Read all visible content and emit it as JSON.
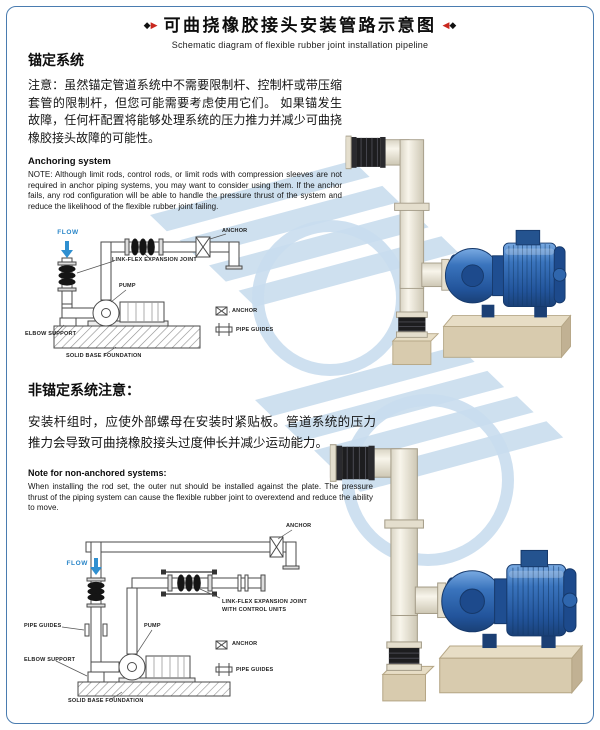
{
  "header": {
    "title": "可曲挠橡胶接头安装管路示意图",
    "subtitle": "Schematic diagram of flexible rubber joint installation pipeline",
    "marks": {
      "diamond": "◆",
      "tri_right": "▶",
      "tri_left": "◀"
    }
  },
  "section1": {
    "heading_cn": "锚定系统",
    "body_cn": "注意：虽然锚定管道系统中不需要限制杆、控制杆或带压缩套管的限制杆，但您可能需要考虑使用它们。 如果锚发生故障，任何杆配置将能够处理系统的压力推力并减少可曲挠橡胶接头故障的可能性。",
    "heading_en": "Anchoring system",
    "body_en": "NOTE: Although limit rods, control rods, or limit rods with compression sleeves are not required in anchor piping systems, you may want to consider using them. If the anchor fails, any rod configuration will be able to handle the pressure thrust of the system and reduce the likelihood of the flexible rubber joint failing."
  },
  "diagram1": {
    "labels": {
      "flow": "FLOW",
      "expansion_joint": "LINK-FLEX EXPANSION JOINT",
      "anchor_top": "ANCHOR",
      "pump": "PUMP",
      "elbow_support": "ELBOW SUPPORT",
      "anchor_legend": "ANCHOR",
      "pipe_guides_legend": "PIPE GUIDES",
      "foundation": "SOLID BASE FOUNDATION"
    }
  },
  "section2": {
    "heading_cn": "非锚定系统注意：",
    "body_cn": "安装杆组时，应使外部螺母在安装时紧贴板。管道系统的压力推力会导致可曲挠橡胶接头过度伸长并减少运动能力。",
    "heading_en": "Note for non-anchored systems:",
    "body_en": "When installing the rod set, the outer nut should be installed against the plate. The pressure thrust of the piping system can cause the flexible rubber joint to overextend and reduce the ability to move."
  },
  "diagram2": {
    "labels": {
      "flow": "FLOW",
      "pipe_guides_left": "PIPE GUIDES",
      "pump": "PUMP",
      "expansion_joint_line1": "LINK-FLEX EXPANSION JOINT",
      "expansion_joint_line2": "WITH CONTROL UNITS",
      "anchor_top": "ANCHOR",
      "elbow_support": "ELBOW SUPPORT",
      "anchor_legend": "ANCHOR",
      "pipe_guides_legend": "PIPE GUIDES",
      "foundation": "SOLID BASE FOUNDATION"
    }
  }
}
